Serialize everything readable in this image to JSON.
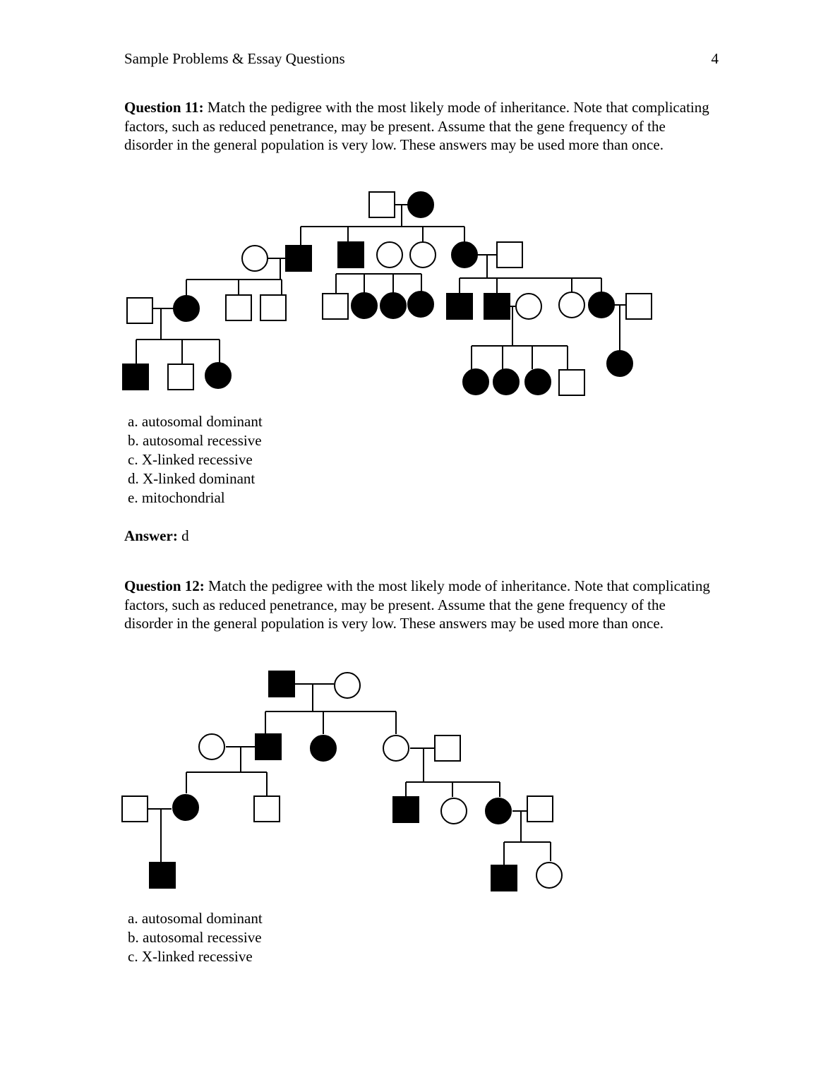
{
  "header": {
    "title": "Sample Problems & Essay Questions",
    "page_number": "4"
  },
  "questions": [
    {
      "label": "Question 11:",
      "text": "Match the pedigree with the most likely mode of inheritance. Note that complicating factors, such as reduced penetrance, may be present. Assume that the gene frequency of the disorder in the general population is very low. These answers may be used more than once.",
      "options": [
        "a. autosomal dominant",
        "b. autosomal recessive",
        "c. X-linked recessive",
        "d. X-linked dominant",
        "e. mitochondrial"
      ],
      "answer_label": "Answer:",
      "answer_value": "d"
    },
    {
      "label": "Question 12:",
      "text": "Match the pedigree with the most likely mode of inheritance. Note that complicating factors, such as reduced penetrance, may be present. Assume that the gene frequency of the disorder in the general population is very low. These answers may be used more than once.",
      "options": [
        "a. autosomal dominant",
        "b. autosomal recessive",
        "c. X-linked recessive"
      ]
    }
  ],
  "pedigree_q11": {
    "individuals": [
      {
        "id": "I-1",
        "sex": "male",
        "affected": false
      },
      {
        "id": "I-2",
        "sex": "female",
        "affected": true
      },
      {
        "id": "II-1",
        "sex": "female",
        "affected": false
      },
      {
        "id": "II-2",
        "sex": "male",
        "affected": true
      },
      {
        "id": "II-3",
        "sex": "male",
        "affected": true
      },
      {
        "id": "II-4",
        "sex": "female",
        "affected": false
      },
      {
        "id": "II-5",
        "sex": "female",
        "affected": false
      },
      {
        "id": "II-6",
        "sex": "female",
        "affected": true
      },
      {
        "id": "II-7",
        "sex": "male",
        "affected": false
      },
      {
        "id": "III-1",
        "sex": "male",
        "affected": false
      },
      {
        "id": "III-2",
        "sex": "female",
        "affected": true
      },
      {
        "id": "III-3",
        "sex": "male",
        "affected": false
      },
      {
        "id": "III-4",
        "sex": "male",
        "affected": false
      },
      {
        "id": "III-5",
        "sex": "male",
        "affected": false
      },
      {
        "id": "III-6",
        "sex": "female",
        "affected": true
      },
      {
        "id": "III-7",
        "sex": "female",
        "affected": true
      },
      {
        "id": "III-8",
        "sex": "female",
        "affected": true
      },
      {
        "id": "III-9",
        "sex": "male",
        "affected": true
      },
      {
        "id": "III-10",
        "sex": "male",
        "affected": true
      },
      {
        "id": "III-11",
        "sex": "female",
        "affected": false
      },
      {
        "id": "III-12",
        "sex": "female",
        "affected": false
      },
      {
        "id": "III-13",
        "sex": "female",
        "affected": true
      },
      {
        "id": "III-14",
        "sex": "male",
        "affected": false
      },
      {
        "id": "IV-1",
        "sex": "male",
        "affected": true
      },
      {
        "id": "IV-2",
        "sex": "male",
        "affected": false
      },
      {
        "id": "IV-3",
        "sex": "female",
        "affected": true
      },
      {
        "id": "IV-4",
        "sex": "female",
        "affected": true
      },
      {
        "id": "IV-5",
        "sex": "female",
        "affected": true
      },
      {
        "id": "IV-6",
        "sex": "female",
        "affected": true
      },
      {
        "id": "IV-7",
        "sex": "male",
        "affected": false
      },
      {
        "id": "IV-8",
        "sex": "female",
        "affected": true
      }
    ]
  },
  "pedigree_q12": {
    "individuals": [
      {
        "id": "I-1",
        "sex": "male",
        "affected": true
      },
      {
        "id": "I-2",
        "sex": "female",
        "affected": false
      },
      {
        "id": "II-1",
        "sex": "female",
        "affected": false
      },
      {
        "id": "II-2",
        "sex": "male",
        "affected": true
      },
      {
        "id": "II-3",
        "sex": "female",
        "affected": true
      },
      {
        "id": "II-4",
        "sex": "female",
        "affected": false
      },
      {
        "id": "II-5",
        "sex": "male",
        "affected": false
      },
      {
        "id": "III-1",
        "sex": "male",
        "affected": false
      },
      {
        "id": "III-2",
        "sex": "female",
        "affected": true
      },
      {
        "id": "III-3",
        "sex": "male",
        "affected": false
      },
      {
        "id": "III-4",
        "sex": "male",
        "affected": true
      },
      {
        "id": "III-5",
        "sex": "female",
        "affected": false
      },
      {
        "id": "III-6",
        "sex": "female",
        "affected": true
      },
      {
        "id": "III-7",
        "sex": "male",
        "affected": false
      },
      {
        "id": "IV-1",
        "sex": "male",
        "affected": true
      },
      {
        "id": "IV-2",
        "sex": "male",
        "affected": true
      },
      {
        "id": "IV-3",
        "sex": "female",
        "affected": false
      }
    ]
  }
}
